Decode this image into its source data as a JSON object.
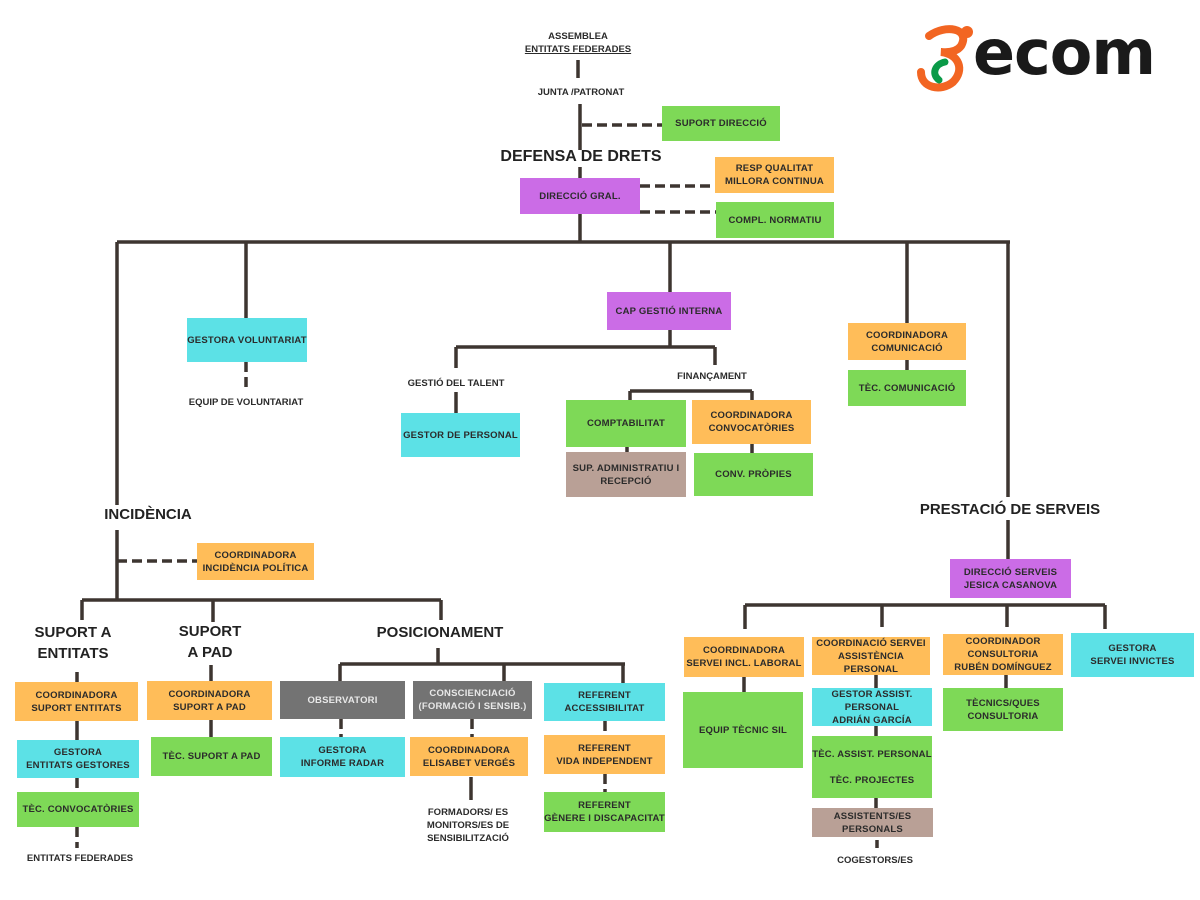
{
  "colors": {
    "green": "#7ed957",
    "orange": "#ffbd59",
    "purple": "#cb6ce6",
    "cyan": "#5ce1e6",
    "gray": "#737373",
    "brown": "#b9a096",
    "line": "#3d3530"
  },
  "logo": {
    "text": "ecom"
  },
  "labels": {
    "assemblea": "ASSEMBLEA",
    "entitats_federades_top": "ENTITATS FEDERADES",
    "junta": "JUNTA /PATRONAT",
    "defensa": "DEFENSA DE DRETS",
    "equip_voluntariat": "EQUIP DE VOLUNTARIAT",
    "gestio_talent": "GESTIÓ DEL TALENT",
    "financament": "FINANÇAMENT",
    "incidencia": "INCIDÈNCIA",
    "prestacio": "PRESTACIÓ DE SERVEIS",
    "suport_entitats_1": "SUPORT A",
    "suport_entitats_2": "ENTITATS",
    "suport_pad_1": "SUPORT",
    "suport_pad_2": "A PAD",
    "posicionament": "POSICIONAMENT",
    "entitats_federades_bottom": "ENTITATS FEDERADES",
    "formadors_1": "FORMADORS/ ES",
    "formadors_2": "MONITORS/ES DE",
    "formadors_3": "SENSIBILITZACIÓ",
    "cogestors": "COGESTORS/ES"
  },
  "nodes": [
    {
      "id": "suport-direccio",
      "color": "green",
      "lines": [
        "SUPORT DIRECCIÓ"
      ]
    },
    {
      "id": "direccio-gral",
      "color": "purple",
      "lines": [
        "DIRECCIÓ GRAL."
      ]
    },
    {
      "id": "resp-qualitat",
      "color": "orange",
      "lines": [
        "RESP QUALITAT",
        "MILLORA CONTINUA"
      ]
    },
    {
      "id": "compl-normatiu",
      "color": "green",
      "lines": [
        "COMPL.  NORMATIU"
      ]
    },
    {
      "id": "gestora-voluntariat",
      "color": "cyan",
      "lines": [
        "GESTORA VOLUNTARIAT"
      ]
    },
    {
      "id": "cap-gestio-interna",
      "color": "purple",
      "lines": [
        "CAP GESTIÓ INTERNA"
      ]
    },
    {
      "id": "gestor-personal",
      "color": "cyan",
      "lines": [
        "GESTOR DE PERSONAL"
      ]
    },
    {
      "id": "comptabilitat",
      "color": "green",
      "lines": [
        "COMPTABILITAT"
      ]
    },
    {
      "id": "coord-convocatories",
      "color": "orange",
      "lines": [
        "COORDINADORA",
        "CONVOCATÒRIES"
      ]
    },
    {
      "id": "sup-administratiu",
      "color": "brown",
      "lines": [
        "SUP. ADMINISTRATIU I",
        "RECEPCIÓ"
      ]
    },
    {
      "id": "conv-propies",
      "color": "green",
      "lines": [
        "CONV. PRÒPIES"
      ]
    },
    {
      "id": "coord-comunicacio",
      "color": "orange",
      "lines": [
        "COORDINADORA",
        "COMUNICACIÓ"
      ]
    },
    {
      "id": "tec-comunicacio",
      "color": "green",
      "lines": [
        "TÈC. COMUNICACIÓ"
      ]
    },
    {
      "id": "coord-incidencia",
      "color": "orange",
      "lines": [
        "COORDINADORA",
        "INCIDÈNCIA POLÍTICA"
      ]
    },
    {
      "id": "coord-suport-entitats",
      "color": "orange",
      "lines": [
        "COORDINADORA",
        "SUPORT ENTITATS"
      ]
    },
    {
      "id": "gestora-entitats-gestores",
      "color": "cyan",
      "lines": [
        "GESTORA",
        "ENTITATS GESTORES"
      ]
    },
    {
      "id": "tec-convocatories",
      "color": "green",
      "lines": [
        "TÈC.  CONVOCATÒRIES"
      ]
    },
    {
      "id": "coord-suport-pad",
      "color": "orange",
      "lines": [
        "COORDINADORA",
        "SUPORT A PAD"
      ]
    },
    {
      "id": "tec-suport-pad",
      "color": "green",
      "lines": [
        "TÈC.  SUPORT A PAD"
      ]
    },
    {
      "id": "observatori",
      "color": "gray",
      "lines": [
        "OBSERVATORI"
      ]
    },
    {
      "id": "gestora-informe-radar",
      "color": "cyan",
      "lines": [
        "GESTORA",
        "INFORME RADAR"
      ]
    },
    {
      "id": "conscienciacio",
      "color": "gray",
      "lines": [
        "CONSCIENCIACIÓ",
        "(FORMACIÓ I SENSIB.)"
      ]
    },
    {
      "id": "coord-elisabet",
      "color": "orange",
      "lines": [
        "COORDINADORA",
        "ELISABET VERGÉS"
      ]
    },
    {
      "id": "ref-accessibilitat",
      "color": "cyan",
      "lines": [
        "REFERENT",
        "ACCESSIBILITAT"
      ]
    },
    {
      "id": "ref-vida-independent",
      "color": "orange",
      "lines": [
        "REFERENT",
        "VIDA INDEPENDENT"
      ]
    },
    {
      "id": "ref-genere",
      "color": "green",
      "lines": [
        "REFERENT",
        "GÈNERE I DISCAPACITAT"
      ]
    },
    {
      "id": "direccio-serveis",
      "color": "purple",
      "lines": [
        "DIRECCIÓ SERVEIS",
        "JESICA CASANOVA"
      ]
    },
    {
      "id": "coord-incl-laboral",
      "color": "orange",
      "lines": [
        "COORDINADORA",
        "SERVEI INCL. LABORAL"
      ]
    },
    {
      "id": "equip-tecnic-sil",
      "color": "green",
      "lines": [
        "EQUIP TÈCNIC SIL"
      ]
    },
    {
      "id": "coord-assist-personal",
      "color": "orange",
      "lines": [
        "COORDINACIÓ SERVEI",
        "ASSISTÈNCIA PERSONAL"
      ]
    },
    {
      "id": "gestor-assist",
      "color": "cyan",
      "lines": [
        "GESTOR ASSIST.",
        "PERSONAL",
        "ADRIÁN GARCÍA"
      ]
    },
    {
      "id": "tec-assist",
      "color": "green",
      "lines": [
        "TÈC. ASSIST. PERSONAL",
        "",
        "TÈC. PROJECTES"
      ]
    },
    {
      "id": "assistents-personals",
      "color": "brown",
      "lines": [
        "ASSISTENTS/ES",
        "PERSONALS"
      ]
    },
    {
      "id": "coord-consultoria",
      "color": "orange",
      "lines": [
        "COORDINADOR",
        "CONSULTORIA",
        "RUBÉN DOMÍNGUEZ"
      ]
    },
    {
      "id": "tecnics-consultoria",
      "color": "green",
      "lines": [
        "TÈCNICS/QUES",
        "CONSULTORIA"
      ]
    },
    {
      "id": "gestora-invictes",
      "color": "cyan",
      "lines": [
        "GESTORA",
        "SERVEI INVICTES"
      ]
    }
  ]
}
